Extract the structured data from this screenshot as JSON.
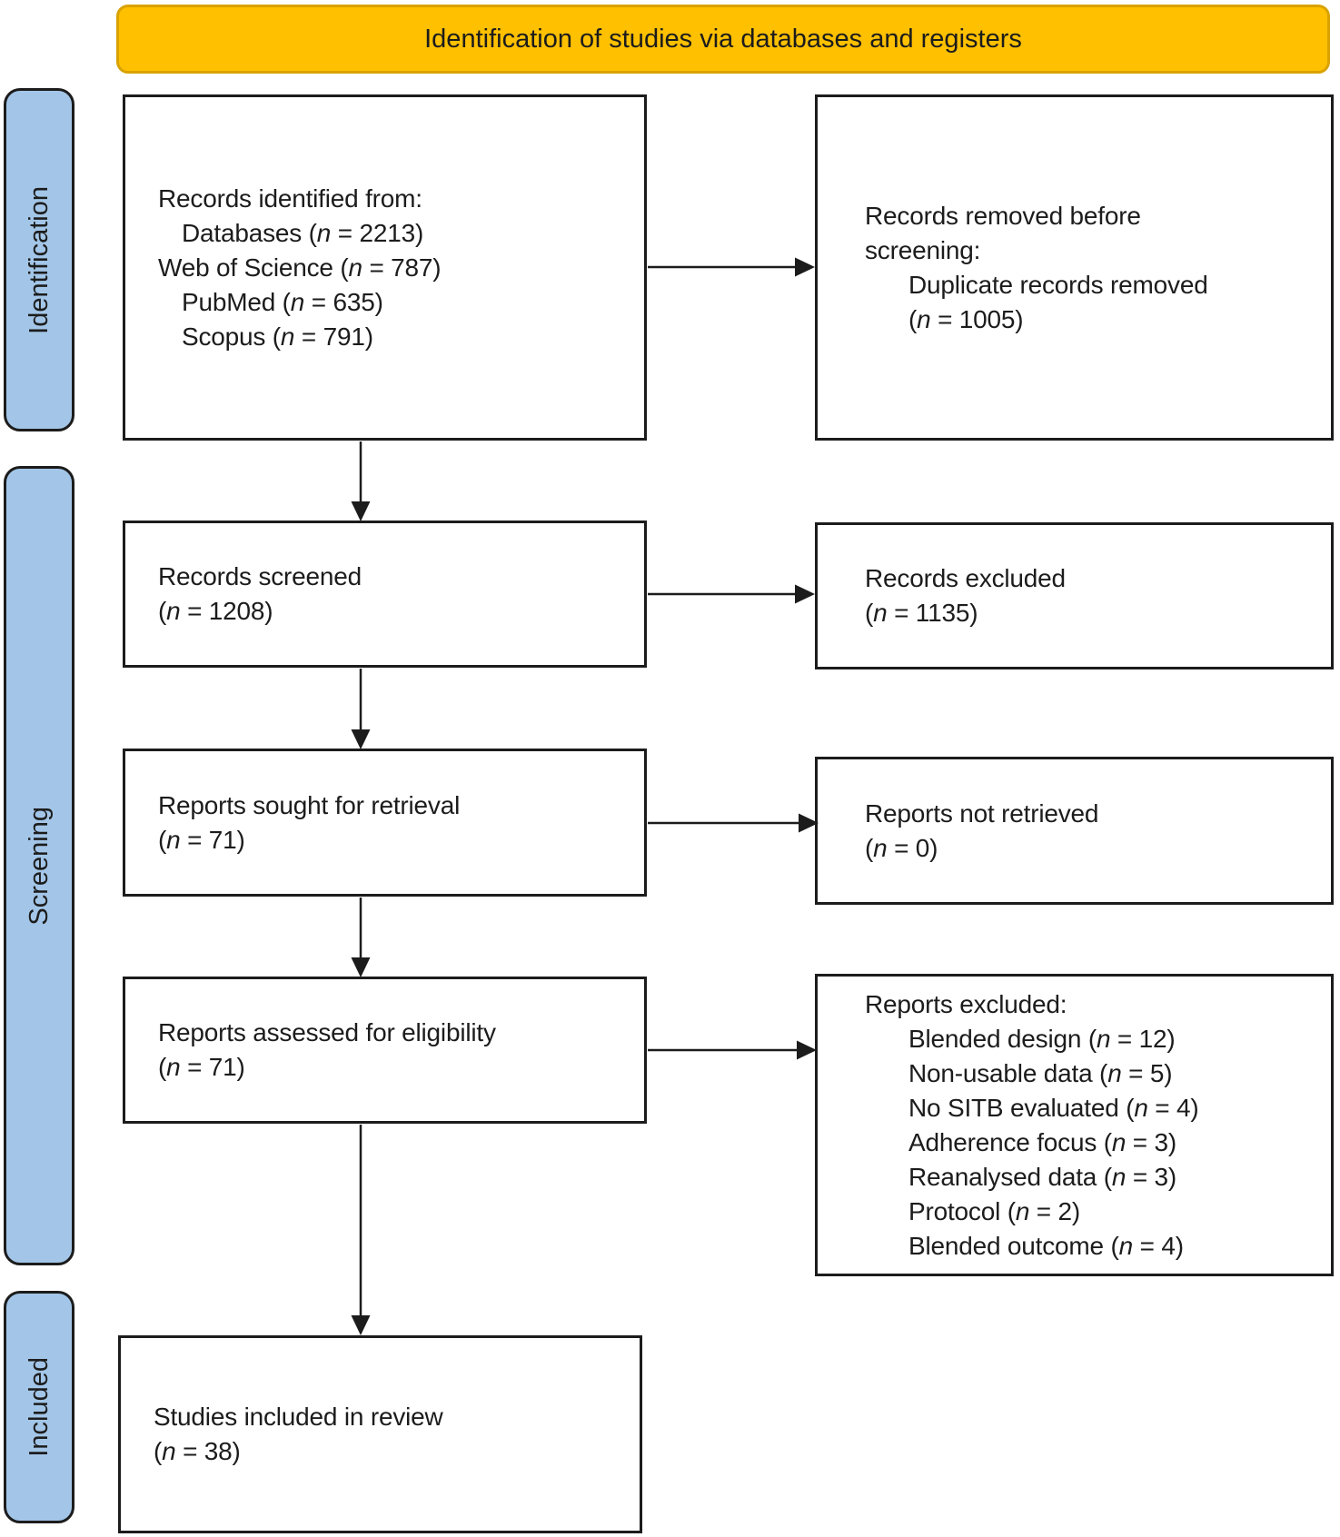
{
  "banner": {
    "title": "Identification of studies via databases and registers"
  },
  "stages": {
    "identification": "Identification",
    "screening": "Screening",
    "included": "Included"
  },
  "boxes": {
    "records_identified": {
      "lines": [
        "Records identified from:",
        "Databases (n = 2213)",
        "Web of Science (n = 787)",
        "PubMed (n = 635)",
        "Scopus (n = 791)"
      ]
    },
    "records_removed": {
      "lines": [
        "Records removed before",
        "screening:",
        "Duplicate records removed",
        "(n = 1005)"
      ]
    },
    "records_screened": {
      "lines": [
        "Records screened",
        "(n = 1208)"
      ]
    },
    "records_excluded": {
      "lines": [
        "Records excluded",
        "(n = 1135)"
      ]
    },
    "reports_sought": {
      "lines": [
        "Reports sought for retrieval",
        "(n = 71)"
      ]
    },
    "reports_not_retrieved": {
      "lines": [
        "Reports not retrieved",
        "(n = 0)"
      ]
    },
    "reports_assessed": {
      "lines": [
        "Reports assessed for eligibility",
        "(n = 71)"
      ]
    },
    "reports_excluded": {
      "lines": [
        "Reports excluded:",
        "Blended design (n = 12)",
        "Non-usable data (n = 5)",
        "No SITB evaluated (n = 4)",
        "Adherence focus (n = 3)",
        "Reanalysed data (n = 3)",
        "Protocol (n = 2)",
        "Blended outcome (n = 4)"
      ]
    },
    "studies_included": {
      "lines": [
        "Studies included in review",
        "(n = 38)"
      ]
    }
  },
  "colors": {
    "banner_bg": "#FFC000",
    "banner_border": "#D9A200",
    "stage_bg": "#A3C6E8",
    "box_border": "#1c1c1c",
    "text": "#1c1c1c"
  }
}
